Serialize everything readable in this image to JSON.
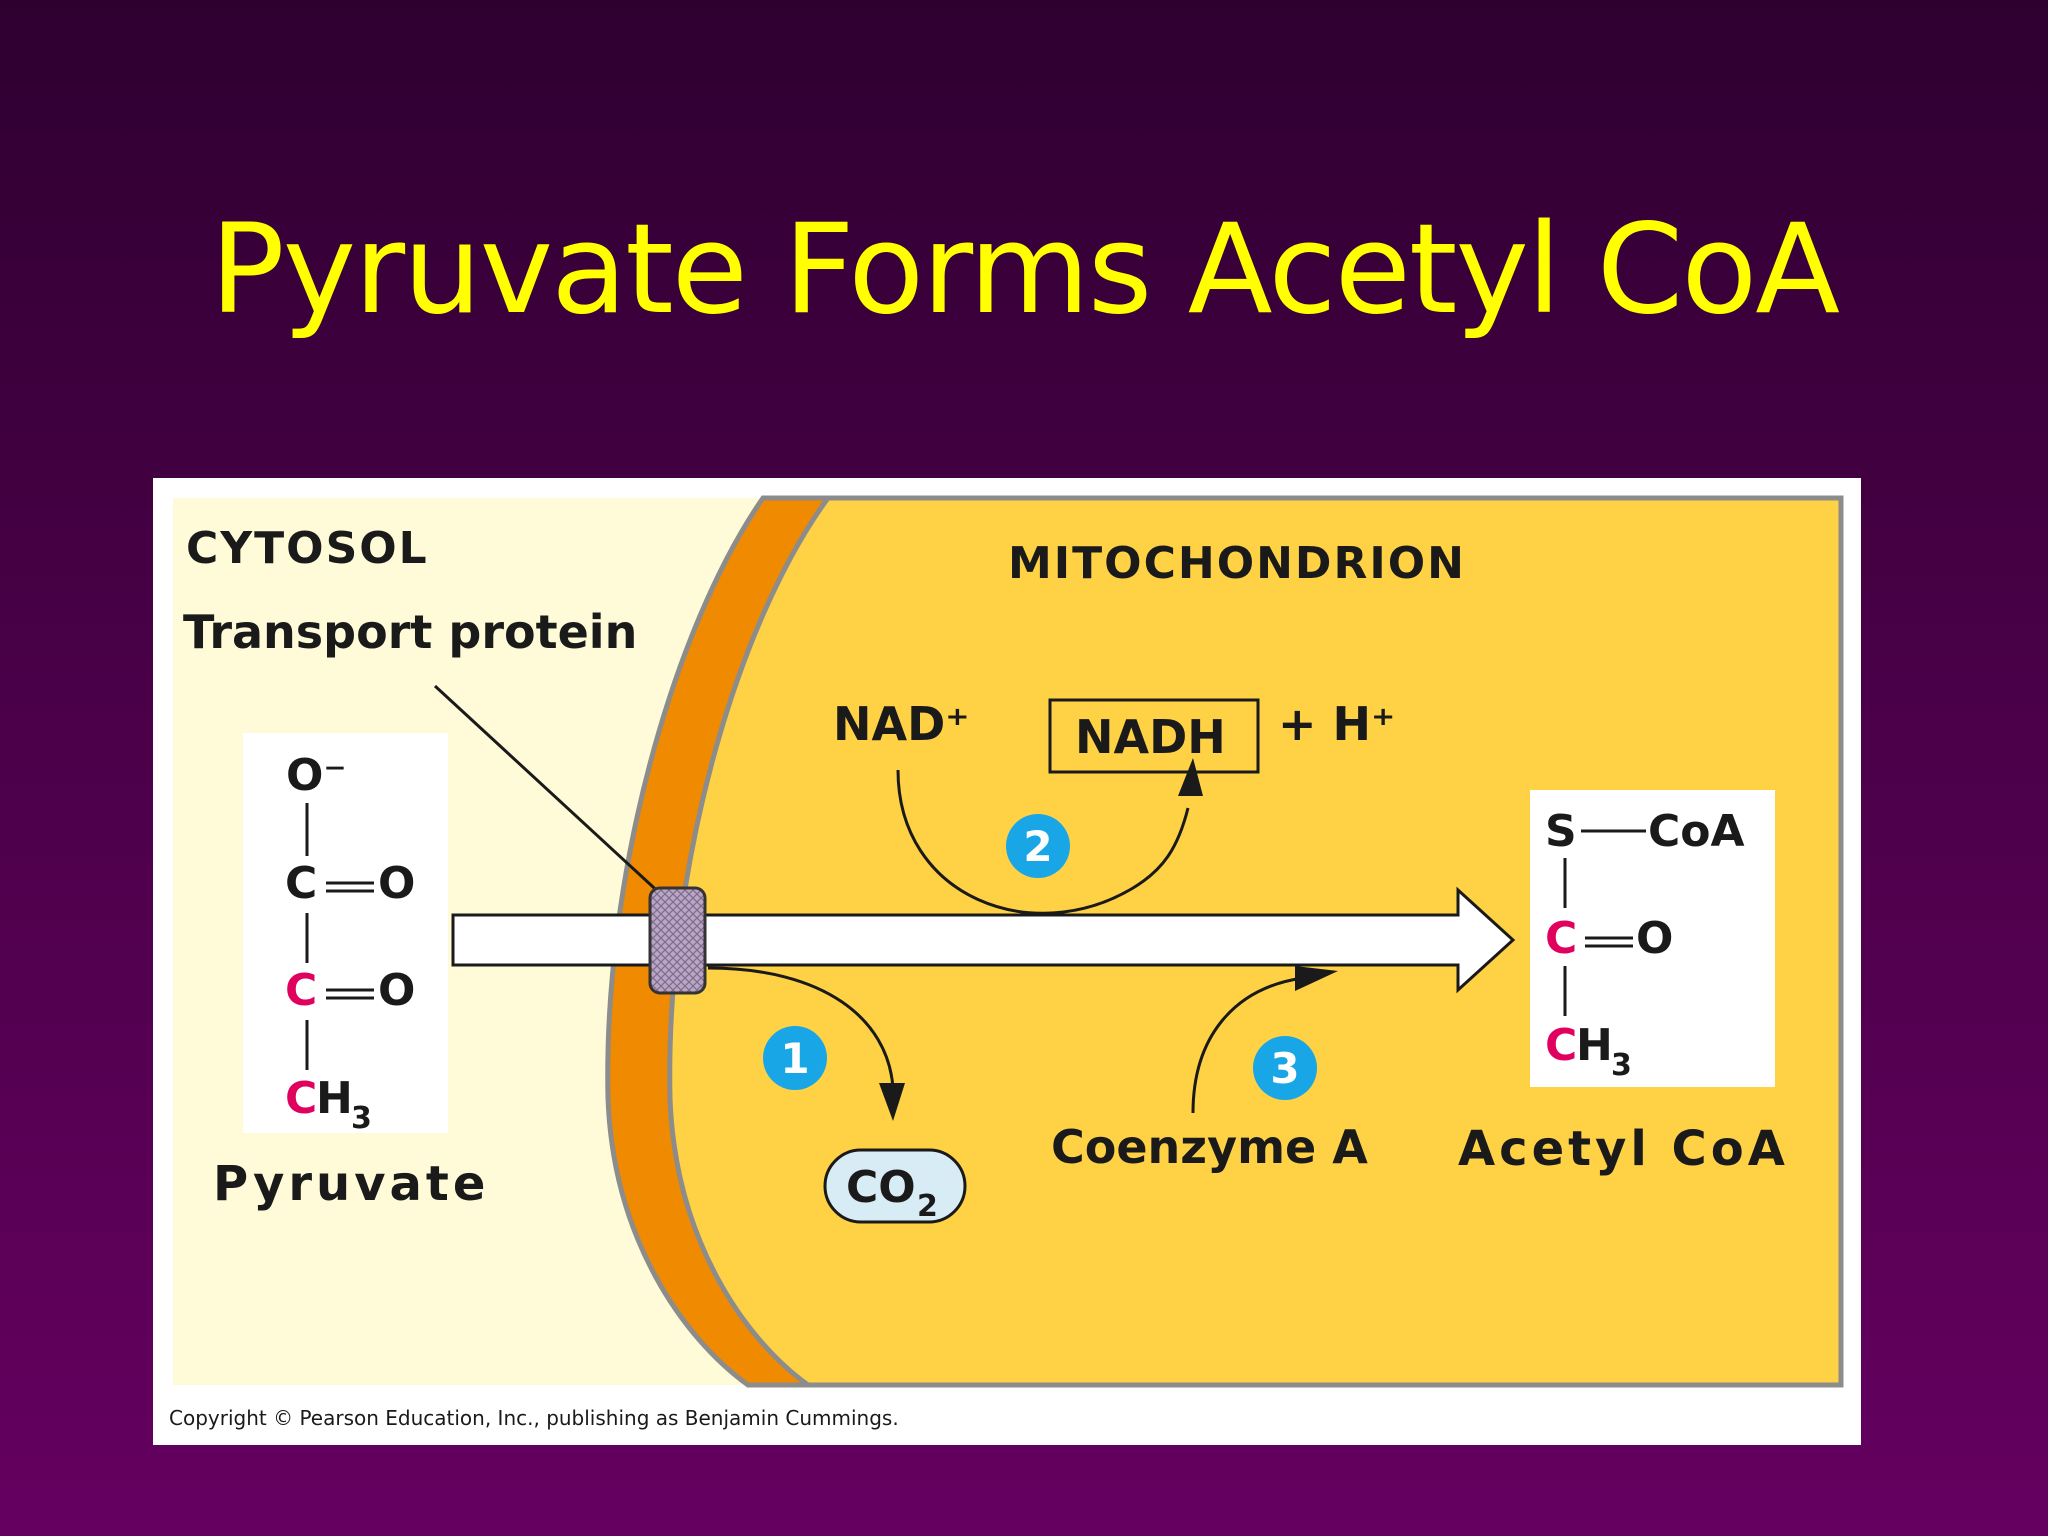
{
  "slide": {
    "title": "Pyruvate Forms Acetyl CoA"
  },
  "diagram": {
    "labels": {
      "cytosol": "CYTOSOL",
      "mitochondrion": "MITOCHONDRION",
      "transport_protein": "Transport protein",
      "pyruvate": "Pyruvate",
      "acetyl_coa": "Acetyl CoA",
      "coenzyme_a": "Coenzyme A",
      "nad_plus": "NAD⁺",
      "nadh": "NADH",
      "h_plus": "+ H⁺",
      "co2": "CO",
      "co2_sub": "2"
    },
    "steps": [
      "1",
      "2",
      "3"
    ],
    "pyruvate_structure": {
      "o_minus": "O⁻",
      "c1": "C",
      "c2": "C",
      "ch3_c": "C",
      "ch3_h": "H",
      "ch3_sub": "3",
      "o": "O"
    },
    "acetyl_structure": {
      "s": "S",
      "coa": "CoA",
      "c": "C",
      "o": "O",
      "ch3_c": "C",
      "ch3_h": "H",
      "ch3_sub": "3"
    },
    "copyright": "Copyright © Pearson Education, Inc., publishing as Benjamin Cummings.",
    "colors": {
      "cytosol_bg": "#fffbd8",
      "mito_bg": "#ffd145",
      "membrane": "#f08a00",
      "highlight_carbon": "#e0005e",
      "step_circle": "#19a6e6",
      "co2_fill": "#d7ecf5"
    }
  }
}
